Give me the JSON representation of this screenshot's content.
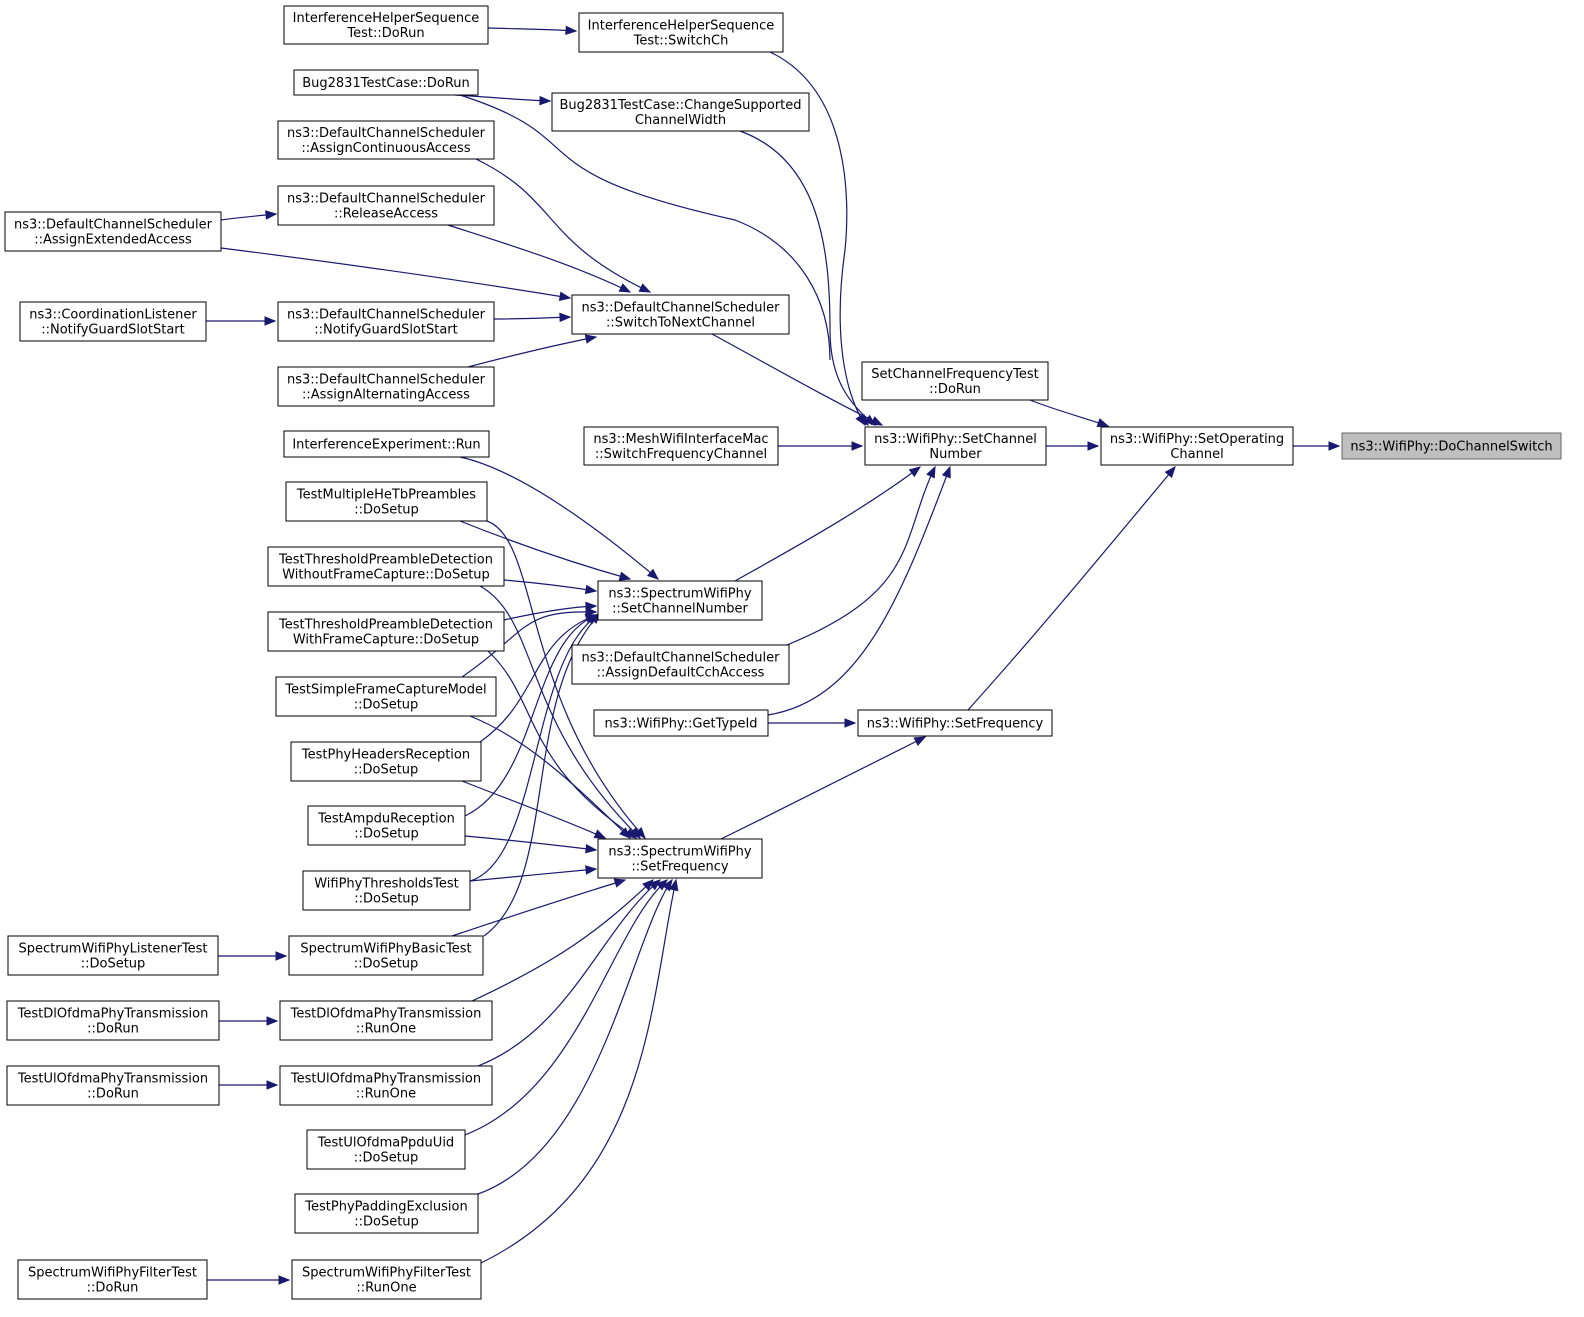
{
  "diagram": {
    "nodes": [
      {
        "id": "n0",
        "lines": [
          "ns3::WifiPhy::DoChannelSwitch"
        ],
        "highlight": true
      },
      {
        "id": "n1",
        "lines": [
          "ns3::WifiPhy::SetOperating",
          "Channel"
        ]
      },
      {
        "id": "n2",
        "lines": [
          "ns3::WifiPhy::SetChannel",
          "Number"
        ]
      },
      {
        "id": "n3",
        "lines": [
          "SetChannelFrequencyTest",
          "::DoRun"
        ]
      },
      {
        "id": "n4",
        "lines": [
          "ns3::WifiPhy::SetFrequency"
        ]
      },
      {
        "id": "n5",
        "lines": [
          "InterferenceHelperSequence",
          "Test::SwitchCh"
        ]
      },
      {
        "id": "n6",
        "lines": [
          "InterferenceHelperSequence",
          "Test::DoRun"
        ]
      },
      {
        "id": "n7",
        "lines": [
          "Bug2831TestCase::ChangeSupported",
          "ChannelWidth"
        ]
      },
      {
        "id": "n8",
        "lines": [
          "Bug2831TestCase::DoRun"
        ]
      },
      {
        "id": "n9",
        "lines": [
          "ns3::DefaultChannelScheduler",
          "::SwitchToNextChannel"
        ]
      },
      {
        "id": "n10",
        "lines": [
          "ns3::DefaultChannelScheduler",
          "::AssignContinuousAccess"
        ]
      },
      {
        "id": "n11",
        "lines": [
          "ns3::DefaultChannelScheduler",
          "::ReleaseAccess"
        ]
      },
      {
        "id": "n12",
        "lines": [
          "ns3::DefaultChannelScheduler",
          "::AssignExtendedAccess"
        ]
      },
      {
        "id": "n13",
        "lines": [
          "ns3::DefaultChannelScheduler",
          "::NotifyGuardSlotStart"
        ]
      },
      {
        "id": "n14",
        "lines": [
          "ns3::CoordinationListener",
          "::NotifyGuardSlotStart"
        ]
      },
      {
        "id": "n15",
        "lines": [
          "ns3::DefaultChannelScheduler",
          "::AssignAlternatingAccess"
        ]
      },
      {
        "id": "n16",
        "lines": [
          "ns3::MeshWifiInterfaceMac",
          "::SwitchFrequencyChannel"
        ]
      },
      {
        "id": "n17",
        "lines": [
          "ns3::SpectrumWifiPhy",
          "::SetChannelNumber"
        ]
      },
      {
        "id": "n18",
        "lines": [
          "InterferenceExperiment::Run"
        ]
      },
      {
        "id": "n19",
        "lines": [
          "TestMultipleHeTbPreambles",
          "::DoSetup"
        ]
      },
      {
        "id": "n20",
        "lines": [
          "TestThresholdPreambleDetection",
          "WithoutFrameCapture::DoSetup"
        ]
      },
      {
        "id": "n21",
        "lines": [
          "TestThresholdPreambleDetection",
          "WithFrameCapture::DoSetup"
        ]
      },
      {
        "id": "n22",
        "lines": [
          "ns3::DefaultChannelScheduler",
          "::AssignDefaultCchAccess"
        ]
      },
      {
        "id": "n23",
        "lines": [
          "TestSimpleFrameCaptureModel",
          "::DoSetup"
        ]
      },
      {
        "id": "n24",
        "lines": [
          "ns3::WifiPhy::GetTypeId"
        ]
      },
      {
        "id": "n25",
        "lines": [
          "TestPhyHeadersReception",
          "::DoSetup"
        ]
      },
      {
        "id": "n26",
        "lines": [
          "TestAmpduReception",
          "::DoSetup"
        ]
      },
      {
        "id": "n27",
        "lines": [
          "ns3::SpectrumWifiPhy",
          "::SetFrequency"
        ]
      },
      {
        "id": "n28",
        "lines": [
          "WifiPhyThresholdsTest",
          "::DoSetup"
        ]
      },
      {
        "id": "n29",
        "lines": [
          "SpectrumWifiPhyListenerTest",
          "::DoSetup"
        ]
      },
      {
        "id": "n30",
        "lines": [
          "SpectrumWifiPhyBasicTest",
          "::DoSetup"
        ]
      },
      {
        "id": "n31",
        "lines": [
          "TestDlOfdmaPhyTransmission",
          "::DoRun"
        ]
      },
      {
        "id": "n32",
        "lines": [
          "TestDlOfdmaPhyTransmission",
          "::RunOne"
        ]
      },
      {
        "id": "n33",
        "lines": [
          "TestUlOfdmaPhyTransmission",
          "::DoRun"
        ]
      },
      {
        "id": "n34",
        "lines": [
          "TestUlOfdmaPhyTransmission",
          "::RunOne"
        ]
      },
      {
        "id": "n35",
        "lines": [
          "TestUlOfdmaPpduUid",
          "::DoSetup"
        ]
      },
      {
        "id": "n36",
        "lines": [
          "TestPhyPaddingExclusion",
          "::DoSetup"
        ]
      },
      {
        "id": "n37",
        "lines": [
          "SpectrumWifiPhyFilterTest",
          "::DoRun"
        ]
      },
      {
        "id": "n38",
        "lines": [
          "SpectrumWifiPhyFilterTest",
          "::RunOne"
        ]
      }
    ],
    "edges": [
      {
        "from": "n1",
        "to": "n0"
      },
      {
        "from": "n2",
        "to": "n1"
      },
      {
        "from": "n3",
        "to": "n1"
      },
      {
        "from": "n4",
        "to": "n1"
      },
      {
        "from": "n5",
        "to": "n2"
      },
      {
        "from": "n6",
        "to": "n5"
      },
      {
        "from": "n7",
        "to": "n2"
      },
      {
        "from": "n8",
        "to": "n7"
      },
      {
        "from": "n8",
        "to": "n2"
      },
      {
        "from": "n9",
        "to": "n2"
      },
      {
        "from": "n10",
        "to": "n9"
      },
      {
        "from": "n11",
        "to": "n9"
      },
      {
        "from": "n12",
        "to": "n11"
      },
      {
        "from": "n12",
        "to": "n9"
      },
      {
        "from": "n13",
        "to": "n9"
      },
      {
        "from": "n14",
        "to": "n13"
      },
      {
        "from": "n15",
        "to": "n9"
      },
      {
        "from": "n16",
        "to": "n2"
      },
      {
        "from": "n17",
        "to": "n2"
      },
      {
        "from": "n22",
        "to": "n2"
      },
      {
        "from": "n24",
        "to": "n2"
      },
      {
        "from": "n24",
        "to": "n4"
      },
      {
        "from": "n27",
        "to": "n4"
      },
      {
        "from": "n18",
        "to": "n17"
      },
      {
        "from": "n19",
        "to": "n17"
      },
      {
        "from": "n20",
        "to": "n17"
      },
      {
        "from": "n21",
        "to": "n17"
      },
      {
        "from": "n23",
        "to": "n17"
      },
      {
        "from": "n25",
        "to": "n17"
      },
      {
        "from": "n26",
        "to": "n17"
      },
      {
        "from": "n28",
        "to": "n17"
      },
      {
        "from": "n19",
        "to": "n27"
      },
      {
        "from": "n20",
        "to": "n27"
      },
      {
        "from": "n21",
        "to": "n27"
      },
      {
        "from": "n23",
        "to": "n27"
      },
      {
        "from": "n25",
        "to": "n27"
      },
      {
        "from": "n26",
        "to": "n27"
      },
      {
        "from": "n28",
        "to": "n27"
      },
      {
        "from": "n30",
        "to": "n27"
      },
      {
        "from": "n30",
        "to": "n17"
      },
      {
        "from": "n29",
        "to": "n30"
      },
      {
        "from": "n32",
        "to": "n27"
      },
      {
        "from": "n31",
        "to": "n32"
      },
      {
        "from": "n34",
        "to": "n27"
      },
      {
        "from": "n33",
        "to": "n34"
      },
      {
        "from": "n35",
        "to": "n27"
      },
      {
        "from": "n36",
        "to": "n27"
      },
      {
        "from": "n38",
        "to": "n27"
      },
      {
        "from": "n37",
        "to": "n38"
      }
    ]
  }
}
